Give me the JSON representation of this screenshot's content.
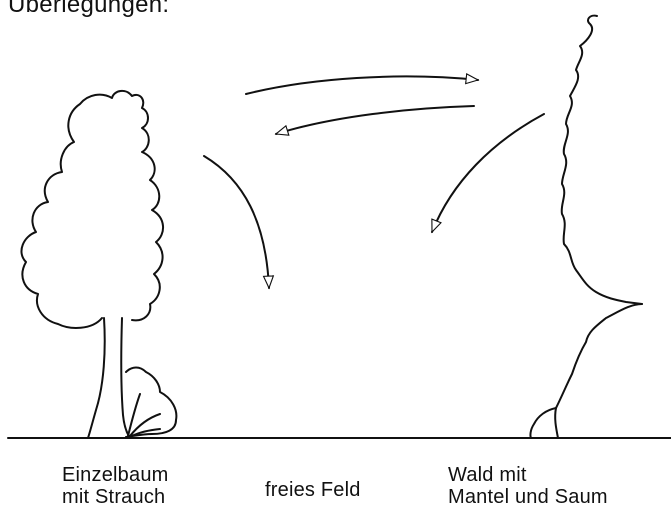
{
  "heading": "Überlegungen:",
  "labels": {
    "tree": [
      "Einzelbaum",
      "mit Strauch"
    ],
    "field": "freies Feld",
    "forest": [
      "Wald mit",
      "Mantel und Saum"
    ]
  },
  "colors": {
    "ink": "#111111",
    "background": "#ffffff"
  }
}
